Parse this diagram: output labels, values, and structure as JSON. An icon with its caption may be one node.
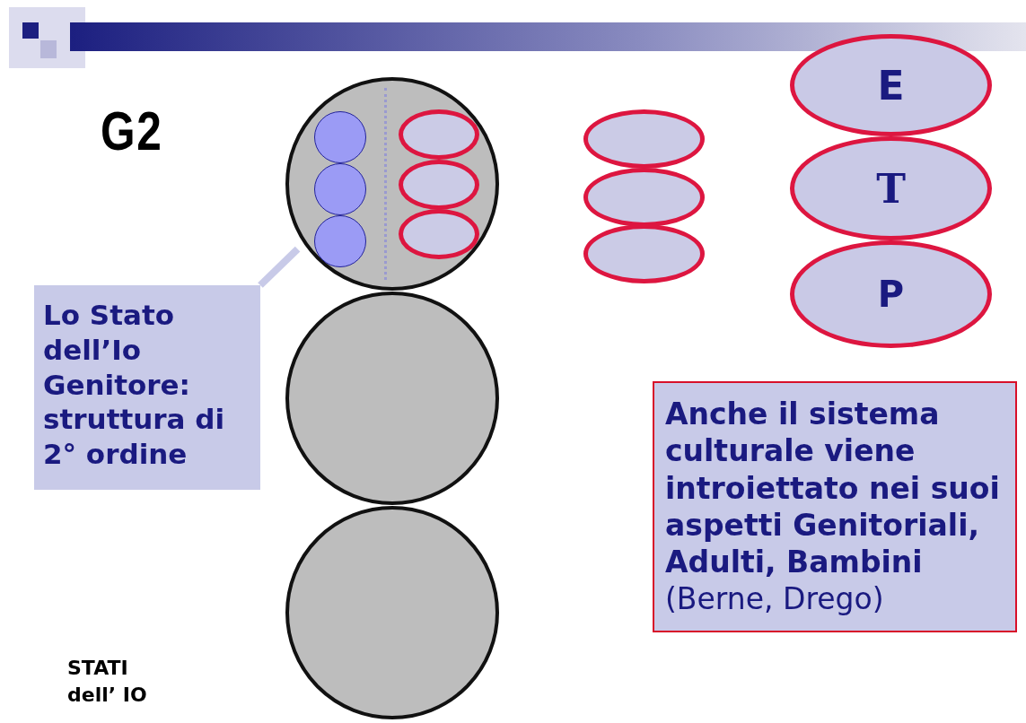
{
  "diagram": {
    "title": "G2",
    "nodes": [
      {
        "text": [],
        "shape": "circle"
      },
      {
        "text": [],
        "shape": "circle",
        "in": 0
      },
      {
        "text": [],
        "shape": "circle",
        "in": 0
      },
      {
        "text": [],
        "shape": "circle",
        "in": 0
      },
      {
        "text": [],
        "shape": "ellipse",
        "in": 0
      },
      {
        "text": [],
        "shape": "ellipse",
        "in": 0
      },
      {
        "text": [],
        "shape": "ellipse",
        "in": 0
      },
      {
        "text": [],
        "shape": "circle"
      },
      {
        "text": [],
        "shape": "circle"
      },
      {
        "text": [],
        "shape": "ellipse"
      },
      {
        "text": [],
        "shape": "ellipse"
      },
      {
        "text": [],
        "shape": "ellipse"
      },
      {
        "text": [
          "E"
        ]
      },
      {
        "text": [
          "T"
        ]
      },
      {
        "text": [
          "P"
        ]
      },
      {
        "text": [
          "Lo Stato dell’Io Genitore: struttura di 2° ordine"
        ]
      },
      {
        "text": [
          "**Anche il sistema culturale viene introiettato nei suoi aspetti Genitoriali, Adulti, Bambini** (Berne, Drego)"
        ]
      }
    ],
    "edges": [
      {
        "from": 15,
        "to": 0,
        "arrow": "none"
      }
    ],
    "labels": [
      "STATI dell’ IO"
    ]
  }
}
